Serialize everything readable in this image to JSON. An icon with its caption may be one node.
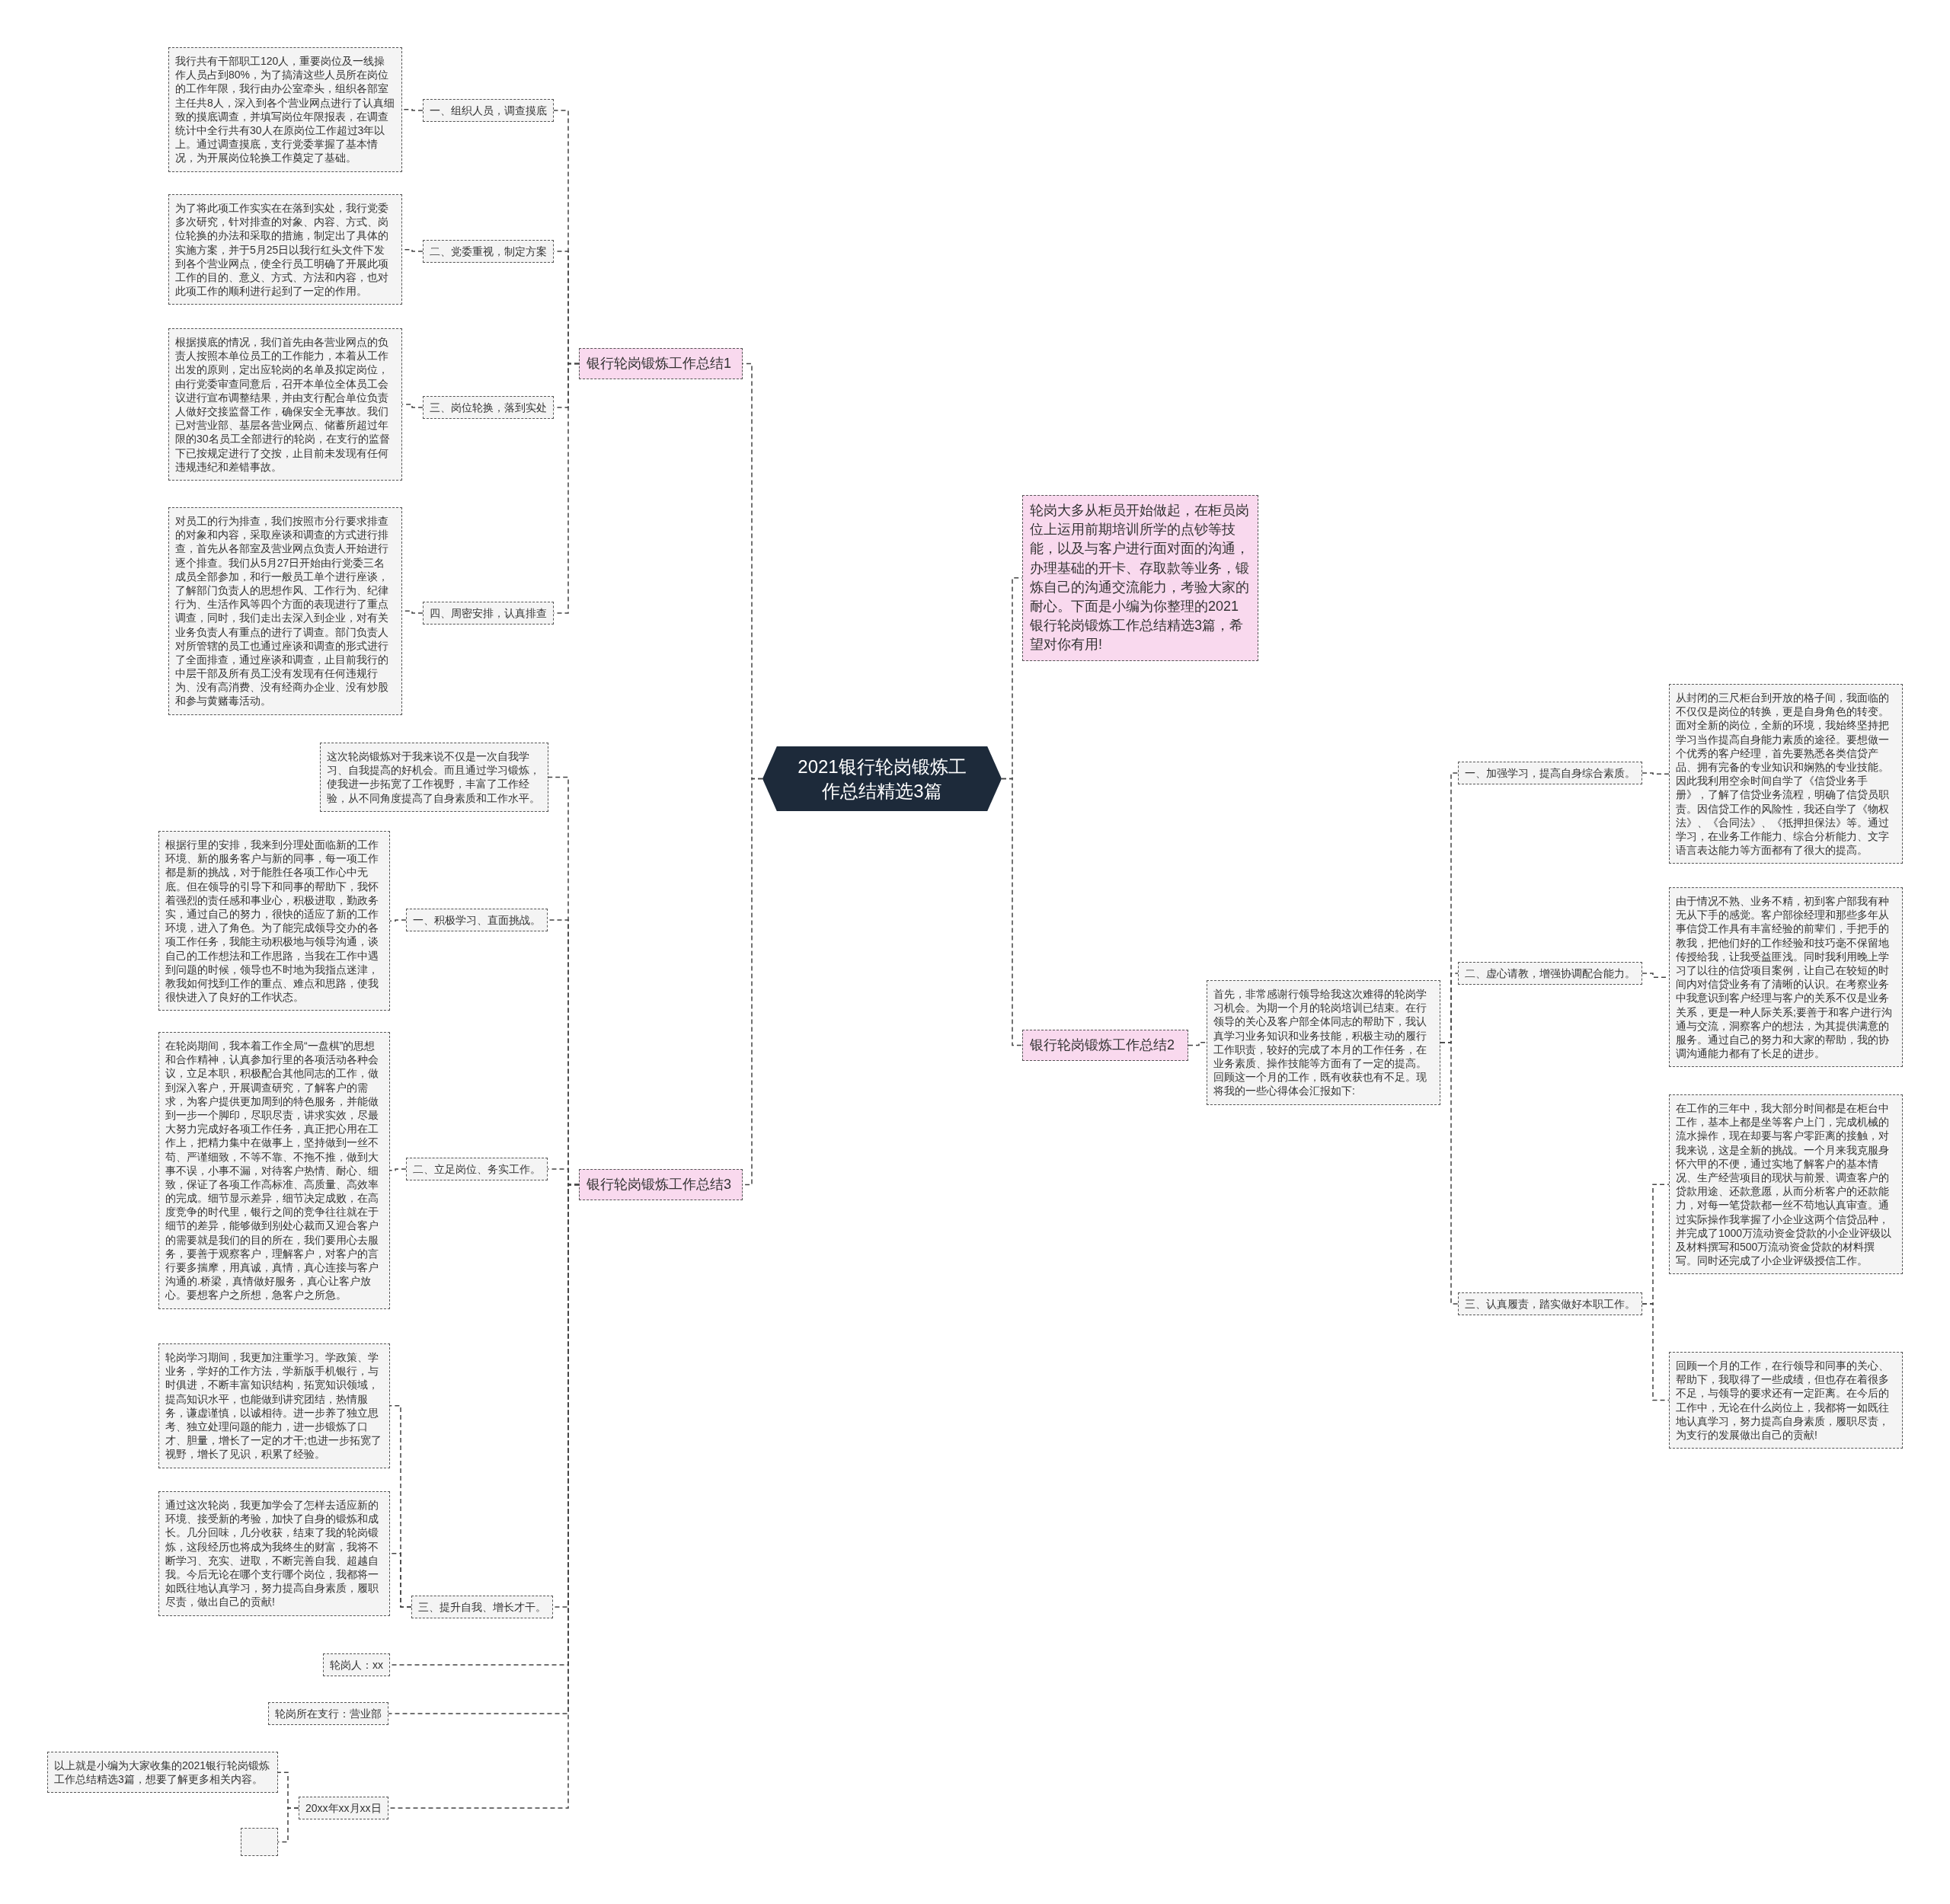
{
  "diagram": {
    "nodes": [
      {
        "text": [
          "2021银行轮岗锻炼工作总结精选3篇"
        ]
      },
      {
        "text": [
          "银行轮岗锻炼工作总结1"
        ]
      },
      {
        "text": [
          "一、组织人员，调查摸底"
        ]
      },
      {
        "text": [
          "我行共有干部职工120人，重要岗位及一线操作人员占到80%，为了搞清这些人员所在岗位的工作年限，我行由办公室牵头，组织各部室主任共8人，深入到各个营业网点进行了认真细致的摸底调查，并填写岗位年限报表，在调查统计中全行共有30人在原岗位工作超过3年以上。通过调查摸底，支行党委掌握了基本情况，为开展岗位轮换工作奠定了基础。"
        ]
      },
      {
        "text": [
          "二、党委重视，制定方案"
        ]
      },
      {
        "text": [
          "为了将此项工作实实在在落到实处，我行党委多次研究，针对排查的对象、内容、方式、岗位轮换的办法和采取的措施，制定出了具体的实施方案，并于5月25日以我行红头文件下发到各个营业网点，使全行员工明确了开展此项工作的目的、意义、方式、方法和内容，也对此项工作的顺利进行起到了一定的作用。"
        ]
      },
      {
        "text": [
          "三、岗位轮换，落到实处"
        ]
      },
      {
        "text": [
          "根据摸底的情况，我们首先由各营业网点的负责人按照本单位员工的工作能力，本着从工作出发的原则，定出应轮岗的名单及拟定岗位，由行党委审查同意后，召开本单位全体员工会议进行宣布调整结果，并由支行配合单位负责人做好交接监督工作，确保安全无事故。我们已对营业部、基层各营业网点、储蓄所超过年限的30名员工全部进行的轮岗，在支行的监督下已按规定进行了交按，止目前未发现有任何违规违纪和差错事故。"
        ]
      },
      {
        "text": [
          "四、周密安排，认真排查"
        ]
      },
      {
        "text": [
          "对员工的行为排查，我们按照市分行要求排查的对象和内容，采取座谈和调查的方式进行排查，首先从各部室及营业网点负责人开始进行逐个排查。我们从5月27日开始由行党委三名成员全部参加，和行一般员工单个进行座谈，了解部门负责人的思想作风、工作行为、纪律行为、生活作风等四个方面的表现进行了重点调查，同时，我们走出去深入到企业，对有关业务负责人有重点的进行了调查。部门负责人对所管辖的员工也通过座谈和调查的形式进行了全面排查，通过座谈和调查，止目前我行的中层干部及所有员工没有发现有任何违规行为、没有高消费、没有经商办企业、没有炒股和参与黄赌毒活动。"
        ]
      },
      {
        "text": [
          "轮岗大多从柜员开始做起，在柜员岗位上运用前期培训所学的点钞等技能，以及与客户进行面对面的沟通，办理基础的开卡、存取款等业务，锻炼自己的沟通交流能力，考验大家的耐心。下面是小编为你整理的2021银行轮岗锻炼工作总结精选3篇，希望对你有用!"
        ]
      },
      {
        "text": [
          "银行轮岗锻炼工作总结2"
        ]
      },
      {
        "text": [
          "首先，非常感谢行领导给我这次难得的轮岗学习机会。为期一个月的轮岗培训已结束。在行领导的关心及客户部全体同志的帮助下，我认真学习业务知识和业务技能，积极主动的履行工作职责，较好的完成了本月的工作任务，在业务素质、操作技能等方面有了一定的提高。回顾这一个月的工作，既有收获也有不足。现将我的一些心得体会汇报如下:"
        ]
      },
      {
        "text": [
          "一、加强学习，提高自身综合素质。"
        ]
      },
      {
        "text": [
          "从封闭的三尺柜台到开放的格子间，我面临的不仅仅是岗位的转换，更是自身角色的转变。面对全新的岗位，全新的环境，我始终坚持把学习当作提高自身能力素质的途径。要想做一个优秀的客户经理，首先要熟悉各类信贷产品、拥有完备的专业知识和娴熟的专业技能。因此我利用空余时间自学了《信贷业务手册》，了解了信贷业务流程，明确了信贷员职责。因信贷工作的风险性，我还自学了《物权法》、《合同法》、《抵押担保法》等。通过学习，在业务工作能力、综合分析能力、文字语言表达能力等方面都有了很大的提高。"
        ]
      },
      {
        "text": [
          "二、虚心请教，增强协调配合能力。"
        ]
      },
      {
        "text": [
          "由于情况不熟、业务不精，初到客户部我有种无从下手的感觉。客户部徐经理和那些多年从事信贷工作具有丰富经验的前辈们，手把手的教我，把他们好的工作经验和技巧毫不保留地传授给我，让我受益匪浅。同时我利用晚上学习了以往的信贷项目案例，让自己在较短的时间内对信贷业务有了清晰的认识。在考察业务中我意识到客户经理与客户的关系不仅是业务关系，更是一种人际关系;要善于和客户进行沟通与交流，洞察客户的想法，为其提供满意的服务。通过自己的努力和大家的帮助，我的协调沟通能力都有了长足的进步。"
        ]
      },
      {
        "text": [
          "三、认真履责，踏实做好本职工作。"
        ]
      },
      {
        "text": [
          "在工作的三年中，我大部分时间都是在柜台中工作，基本上都是坐等客户上门，完成机械的流水操作，现在却要与客户零距离的接触，对我来说，这是全新的挑战。一个月来我克服身怀六甲的不便，通过实地了解客户的基本情况、生产经营项目的现状与前景、调查客户的贷款用途、还款意愿，从而分析客户的还款能力，对每一笔贷款都一丝不苟地认真审查。通过实际操作我掌握了小企业这两个信贷品种，并完成了1000万流动资金贷款的小企业评级以及材料撰写和500万流动资金贷款的材料撰写。同时还完成了小企业评级授信工作。"
        ]
      },
      {
        "text": [
          "回顾一个月的工作，在行领导和同事的关心、帮助下，我取得了一些成绩，但也存在着很多不足，与领导的要求还有一定距离。在今后的工作中，无论在什么岗位上，我都将一如既往地认真学习，努力提高自身素质，履职尽责，为支行的发展做出自己的贡献!"
        ]
      },
      {
        "text": [
          "银行轮岗锻炼工作总结3"
        ]
      },
      {
        "text": [
          "这次轮岗锻炼对于我来说不仅是一次自我学习、自我提高的好机会。而且通过学习锻炼，使我进一步拓宽了工作视野，丰富了工作经验，从不同角度提高了自身素质和工作水平。"
        ]
      },
      {
        "text": [
          "一、积极学习、直面挑战。"
        ]
      },
      {
        "text": [
          "根据行里的安排，我来到分理处面临新的工作环境、新的服务客户与新的同事，每一项工作都是新的挑战，对于能胜任各项工作心中无底。但在领导的引导下和同事的帮助下，我怀着强烈的责任感和事业心，积极进取，勤政务实，通过自己的努力，很快的适应了新的工作环境，进入了角色。为了能完成领导交办的各项工作任务，我能主动积极地与领导沟通，谈自己的工作想法和工作思路，当我在工作中遇到问题的时候，领导也不时地为我指点迷津，教我如何找到工作的重点、难点和思路，使我很快进入了良好的工作状态。"
        ]
      },
      {
        "text": [
          "二、立足岗位、务实工作。"
        ]
      },
      {
        "text": [
          "在轮岗期间，我本着工作全局“一盘棋”的思想和合作精神，认真参加行里的各项活动各种会议，立足本职，积极配合其他同志的工作，做到深入客户，开展调查研究，了解客户的需求，为客户提供更加周到的特色服务，并能做到一步一个脚印，尽职尽责，讲求实效，尽最大努力完成好各项工作任务，真正把心用在工作上，把精力集中在做事上，坚持做到一丝不苟、严谨细致，不等不靠、不拖不推，做到大事不误，小事不漏，对待客户热情、耐心、细致，保证了各项工作高标准、高质量、高效率的完成。细节显示差异，细节决定成败，在高度竞争的时代里，银行之间的竞争往往就在于细节的差异，能够做到别处心裁而又迎合客户的需要就是我们的目的所在，我们要用心去服务，要善于观察客户，理解客户，对客户的言行要多揣摩，用真诚，真情，真心连接与客户沟通的.桥梁，真情做好服务，真心让客户放心。要想客户之所想，急客户之所急。"
        ]
      },
      {
        "text": [
          "三、提升自我、增长才干。"
        ]
      },
      {
        "text": [
          "轮岗学习期间，我更加注重学习。学政策、学业务，学好的工作方法，学新版手机银行，与时俱进，不断丰富知识结构，拓宽知识领域，提高知识水平，也能做到讲究团结，热情服务，谦虚谨慎，以诚相待。进一步养了独立思考、独立处理问题的能力，进一步锻炼了口才、胆量，增长了一定的才干;也进一步拓宽了视野，增长了见识，积累了经验。"
        ]
      },
      {
        "text": [
          "通过这次轮岗，我更加学会了怎样去适应新的环境、接受新的考验，加快了自身的锻炼和成长。几分回味，几分收获，结束了我的轮岗锻炼，这段经历也将成为我终生的财富，我将不断学习、充实、进取，不断完善自我、超越自我。今后无论在哪个支行哪个岗位，我都将一如既往地认真学习，努力提高自身素质，履职尽责，做出自己的贡献!"
        ]
      },
      {
        "text": [
          "轮岗人：xx"
        ]
      },
      {
        "text": [
          "轮岗所在支行：营业部"
        ]
      },
      {
        "text": [
          "20xx年xx月xx日"
        ]
      },
      {
        "text": [
          "以上就是小编为大家收集的2021银行轮岗锻炼工作总结精选3篇，想要了解更多相关内容。"
        ]
      },
      {
        "text": [],
        "shape": "box"
      }
    ],
    "edges": [
      {
        "from": 0,
        "to": 1,
        "arrow": "none"
      },
      {
        "from": 1,
        "to": 2,
        "arrow": "none"
      },
      {
        "from": 2,
        "to": 3,
        "arrow": "none"
      },
      {
        "from": 1,
        "to": 4,
        "arrow": "none"
      },
      {
        "from": 4,
        "to": 5,
        "arrow": "none"
      },
      {
        "from": 1,
        "to": 6,
        "arrow": "none"
      },
      {
        "from": 6,
        "to": 7,
        "arrow": "none"
      },
      {
        "from": 1,
        "to": 8,
        "arrow": "none"
      },
      {
        "from": 8,
        "to": 9,
        "arrow": "none"
      },
      {
        "from": 0,
        "to": 10,
        "arrow": "none"
      },
      {
        "from": 0,
        "to": 11,
        "arrow": "none"
      },
      {
        "from": 11,
        "to": 12,
        "arrow": "none"
      },
      {
        "from": 12,
        "to": 13,
        "arrow": "none"
      },
      {
        "from": 13,
        "to": 14,
        "arrow": "none"
      },
      {
        "from": 12,
        "to": 15,
        "arrow": "none"
      },
      {
        "from": 15,
        "to": 16,
        "arrow": "none"
      },
      {
        "from": 12,
        "to": 17,
        "arrow": "none"
      },
      {
        "from": 17,
        "to": 18,
        "arrow": "none"
      },
      {
        "from": 17,
        "to": 19,
        "arrow": "none"
      },
      {
        "from": 0,
        "to": 20,
        "arrow": "none"
      },
      {
        "from": 20,
        "to": 21,
        "arrow": "none"
      },
      {
        "from": 20,
        "to": 22,
        "arrow": "none"
      },
      {
        "from": 22,
        "to": 23,
        "arrow": "none"
      },
      {
        "from": 20,
        "to": 24,
        "arrow": "none"
      },
      {
        "from": 24,
        "to": 25,
        "arrow": "none"
      },
      {
        "from": 20,
        "to": 26,
        "arrow": "none"
      },
      {
        "from": 26,
        "to": 27,
        "arrow": "none"
      },
      {
        "from": 26,
        "to": 28,
        "arrow": "none"
      },
      {
        "from": 20,
        "to": 29,
        "arrow": "none"
      },
      {
        "from": 20,
        "to": 30,
        "arrow": "none"
      },
      {
        "from": 20,
        "to": 31,
        "arrow": "none"
      },
      {
        "from": 31,
        "to": 32,
        "arrow": "none"
      },
      {
        "from": 31,
        "to": 33,
        "arrow": "none"
      }
    ]
  }
}
